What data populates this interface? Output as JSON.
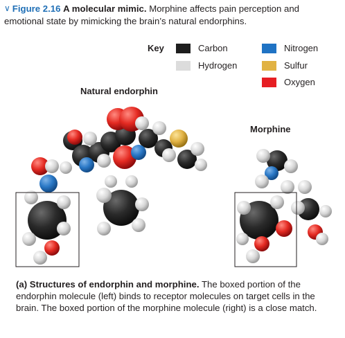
{
  "header": {
    "chevron": "∨",
    "figure_label": "Figure 2.16",
    "title": "A molecular mimic.",
    "description": "Morphine affects pain perception and emotional state by mimicking the brain’s natural endorphins."
  },
  "key": {
    "title": "Key",
    "items": [
      {
        "label": "Carbon",
        "color": "#1e1e1e"
      },
      {
        "label": "Hydrogen",
        "color": "#dcdcdc"
      },
      {
        "label": "Nitrogen",
        "color": "#1f73c4"
      },
      {
        "label": "Sulfur",
        "color": "#e1b243"
      },
      {
        "label": "Oxygen",
        "color": "#e61e23"
      }
    ]
  },
  "molecules": {
    "endorphin_label": "Natural endorphin",
    "morphine_label": "Morphine"
  },
  "caption": {
    "prefix": "(a)",
    "bold": "Structures of endorphin and morphine.",
    "text": "The boxed portion of the endorphin molecule (left) binds to receptor molecules on target cells in the brain. The boxed portion of the morphine molecule (right) is a close match."
  }
}
